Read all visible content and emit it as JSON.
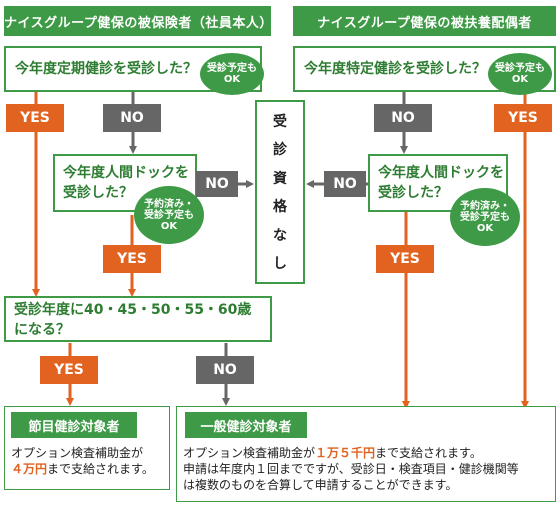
{
  "left_header": "ナイスグループ健保の被保険者（社員本人）",
  "right_header": "ナイスグループ健保の被扶養配偶者",
  "q_left_1": "今年度定期健診を受診した？",
  "q_left_1_bubble": [
    "受診予定も",
    "OK"
  ],
  "q_left_2": [
    "今年度人間ドックを",
    "受診した？"
  ],
  "q_left_2_bubble": [
    "予約済み・",
    "受診予定も",
    "OK"
  ],
  "q_right_1": "今年度特定健診を受診した？",
  "q_right_1_bubble": [
    "受診予定も",
    "OK"
  ],
  "q_right_2": [
    "今年度人間ドックを",
    "受診した？"
  ],
  "q_right_2_bubble": [
    "予約済み・",
    "受診予定も",
    "OK"
  ],
  "q_age": [
    "受診年度に40・45・50・55・60歳",
    "になる？"
  ],
  "no_eligibility": [
    "受",
    "診",
    "資",
    "格",
    "な",
    "し"
  ],
  "yes_label": "YES",
  "no_label": "NO",
  "result_milestone": {
    "title": "節目健診対象者",
    "line1": "オプション検査補助金が",
    "amount": "４万円",
    "line2_suffix": "まで支給されます。"
  },
  "result_general": {
    "title": "一般健診対象者",
    "line1_prefix": "オプション検査補助金が",
    "amount": "１万５千円",
    "line1_suffix": "まで支給されます。",
    "line2": "申請は年度内１回までですが、受診日・検査項目・健診機関等",
    "line3": "は複数のものを合算して申請することができます。"
  },
  "colors": {
    "green": "#3e9a46",
    "orange": "#e2621f",
    "gray": "#666666"
  }
}
